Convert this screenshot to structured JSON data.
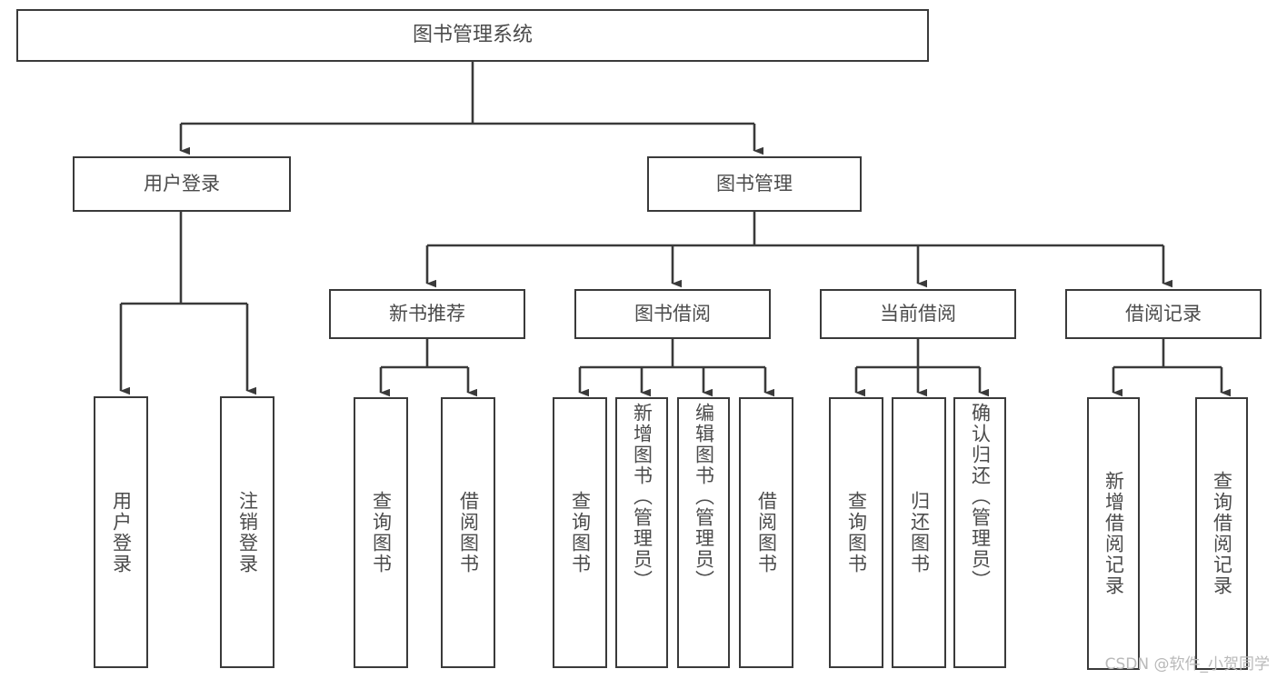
{
  "diagram": {
    "type": "tree-hierarchy",
    "title": "图书管理系统",
    "watermark": "CSDN @软件_小贺同学",
    "colors": {
      "background": "#ffffff",
      "box_border": "#3a3a3a",
      "box_fill": "#ffffff",
      "text": "#4b4b4b",
      "connector": "#3a3a3a",
      "watermark": "#b9b9b9"
    },
    "nodes": {
      "root": {
        "label": "图书管理系统"
      },
      "level1": [
        {
          "id": "user-login",
          "label": "用户登录"
        },
        {
          "id": "book-manage",
          "label": "图书管理"
        }
      ],
      "level2": [
        {
          "id": "new-book-recommend",
          "label": "新书推荐"
        },
        {
          "id": "book-borrow",
          "label": "图书借阅"
        },
        {
          "id": "current-borrow",
          "label": "当前借阅"
        },
        {
          "id": "borrow-record",
          "label": "借阅记录"
        }
      ],
      "leaves": {
        "user-login": [
          {
            "id": "leaf-user-login",
            "label": "用户登录"
          },
          {
            "id": "leaf-logout",
            "label": "注销登录"
          }
        ],
        "new-book-recommend": [
          {
            "id": "leaf-query-book-1",
            "label": "查询图书"
          },
          {
            "id": "leaf-borrow-book-1",
            "label": "借阅图书"
          }
        ],
        "book-borrow": [
          {
            "id": "leaf-query-book-2",
            "label": "查询图书"
          },
          {
            "id": "leaf-add-book",
            "label": "新增图书（管理员）"
          },
          {
            "id": "leaf-edit-book",
            "label": "编辑图书（管理员）"
          },
          {
            "id": "leaf-borrow-book-2",
            "label": "借阅图书"
          }
        ],
        "current-borrow": [
          {
            "id": "leaf-query-book-3",
            "label": "查询图书"
          },
          {
            "id": "leaf-return-book",
            "label": "归还图书"
          },
          {
            "id": "leaf-confirm-return",
            "label": "确认归还（管理员）"
          }
        ],
        "borrow-record": [
          {
            "id": "leaf-add-record",
            "label": "新增借阅记录"
          },
          {
            "id": "leaf-query-record",
            "label": "查询借阅记录"
          }
        ]
      }
    }
  }
}
